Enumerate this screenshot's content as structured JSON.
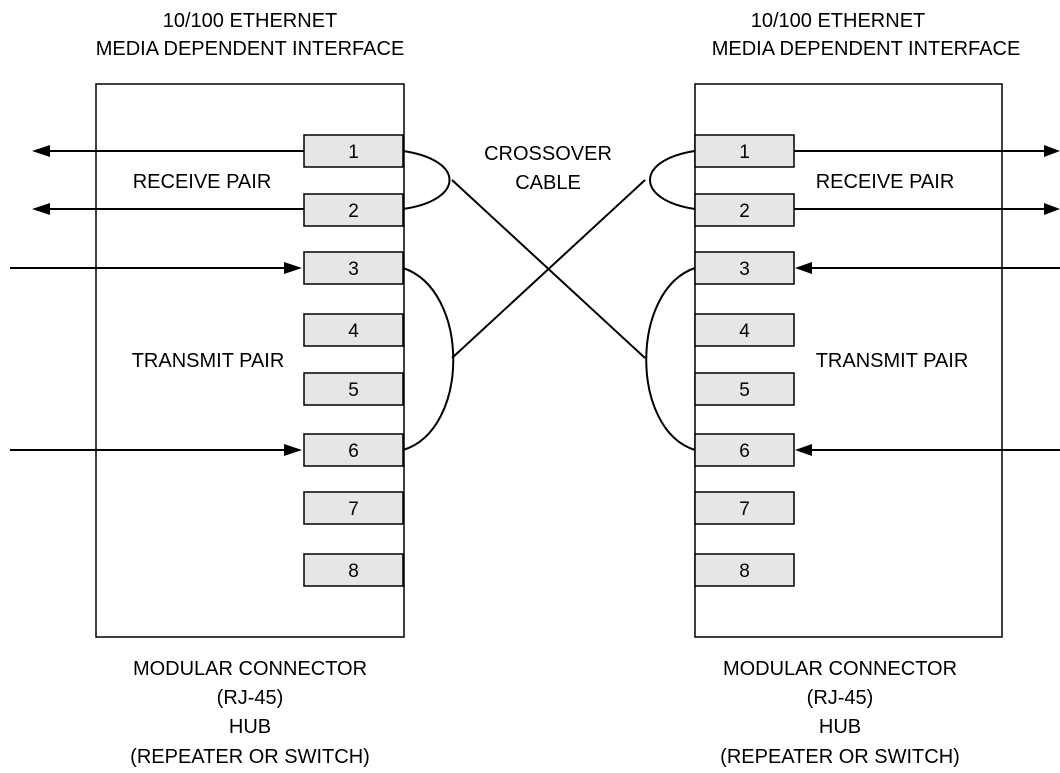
{
  "colors": {
    "background": "#ffffff",
    "line": "#000000",
    "pin_fill": "#e6e6e6"
  },
  "diagram": {
    "left": {
      "header_line1": "10/100 ETHERNET",
      "header_line2": "MEDIA DEPENDENT INTERFACE",
      "receive_label": "RECEIVE PAIR",
      "transmit_label": "TRANSMIT PAIR",
      "pins": [
        "1",
        "2",
        "3",
        "4",
        "5",
        "6",
        "7",
        "8"
      ],
      "footer_line1": "MODULAR CONNECTOR",
      "footer_line2": "(RJ-45)",
      "footer_line3": "HUB",
      "footer_line4": "(REPEATER OR SWITCH)"
    },
    "right": {
      "header_line1": "10/100 ETHERNET",
      "header_line2": "MEDIA DEPENDENT INTERFACE",
      "receive_label": "RECEIVE PAIR",
      "transmit_label": "TRANSMIT PAIR",
      "pins": [
        "1",
        "2",
        "3",
        "4",
        "5",
        "6",
        "7",
        "8"
      ],
      "footer_line1": "MODULAR CONNECTOR",
      "footer_line2": "(RJ-45)",
      "footer_line3": "HUB",
      "footer_line4": "(REPEATER OR SWITCH)"
    },
    "cable_label_line1": "CROSSOVER",
    "cable_label_line2": "CABLE"
  }
}
